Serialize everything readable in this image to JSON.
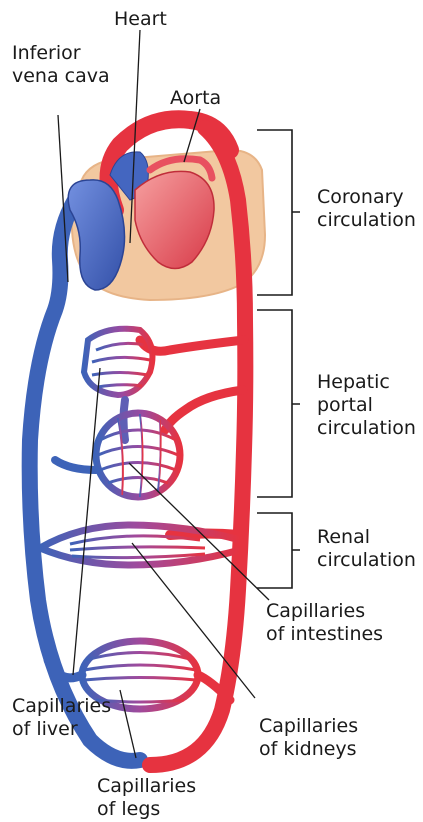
{
  "diagram": {
    "labels": {
      "heart": "Heart",
      "ivc_line1": "Inferior",
      "ivc_line2": "vena cava",
      "aorta": "Aorta",
      "coronary_line1": "Coronary",
      "coronary_line2": "circulation",
      "hepatic_line1": "Hepatic",
      "hepatic_line2": "portal",
      "hepatic_line3": "circulation",
      "renal_line1": "Renal",
      "renal_line2": "circulation",
      "intestines_line1": "Capillaries",
      "intestines_line2": "of intestines",
      "liver_line1": "Capillaries",
      "liver_line2": "of liver",
      "kidneys_line1": "Capillaries",
      "kidneys_line2": "of kidneys",
      "legs_line1": "Capillaries",
      "legs_line2": "of legs"
    },
    "colors": {
      "artery": "#e63340",
      "vein": "#3d63b8",
      "heart_shield": "#f2c8a0",
      "leader_line": "#1a1a1a"
    }
  }
}
